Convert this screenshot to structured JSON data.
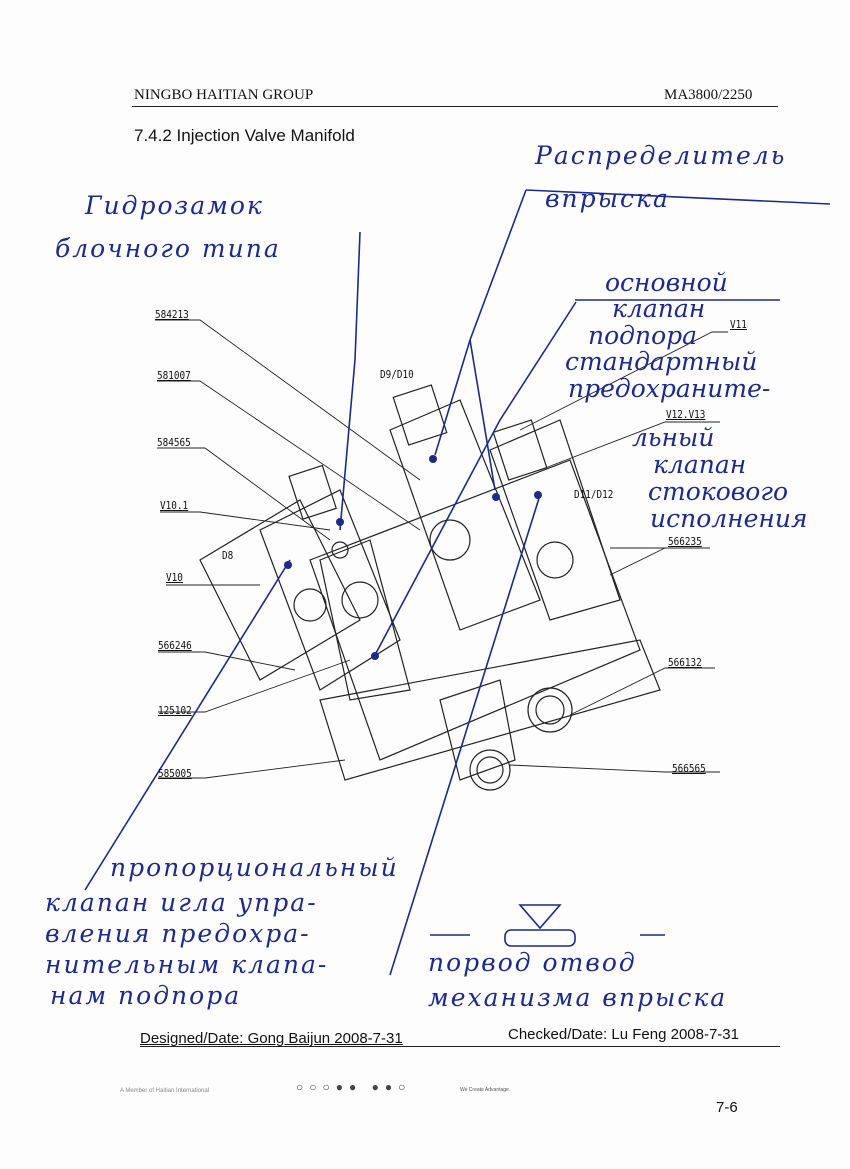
{
  "header": {
    "company": "NINGBO HAITIAN GROUP",
    "model": "MA3800/2250"
  },
  "section_title": "7.4.2 Injection Valve Manifold",
  "part_labels": {
    "p584213": "584213",
    "p581007": "581007",
    "p584565": "584565",
    "pV10_1": "V10.1",
    "pD8": "D8",
    "pV10": "V10",
    "p566246": "566246",
    "p125102": "125102",
    "p585005": "585005",
    "pD9D10": "D9/D10",
    "pV11": "V11",
    "pV12V13": "V12.V13",
    "pD11D12": "D11/D12",
    "p566235": "566235",
    "p566132": "566132",
    "p566565": "566565"
  },
  "handwritten": {
    "hydrolock": [
      "Гидрозамок",
      "блочного типа"
    ],
    "distributor": [
      "Распределитель",
      "впрыска"
    ],
    "relief": [
      "основной",
      "клапан",
      "подпора",
      "стандартный",
      "предохраните-",
      "льный",
      "клапан",
      "стокового",
      "исполнения"
    ],
    "proportional": [
      "пропорциональный",
      "клапан игла упра-",
      "вления предохра-",
      "нительным клапа-",
      "нам подпора"
    ],
    "port": [
      "порвод отвод",
      "механизма впрыска"
    ]
  },
  "footer": {
    "designed": "Designed/Date: Gong Baijun 2008-7-31",
    "checked": "Checked/Date: Lu Feng 2008-7-31",
    "member": "A Member of Haitian International",
    "slogan": "We Create Advantage.",
    "page_number": "7-6"
  },
  "colors": {
    "ink": "#1c2a8c",
    "print": "#111111"
  }
}
